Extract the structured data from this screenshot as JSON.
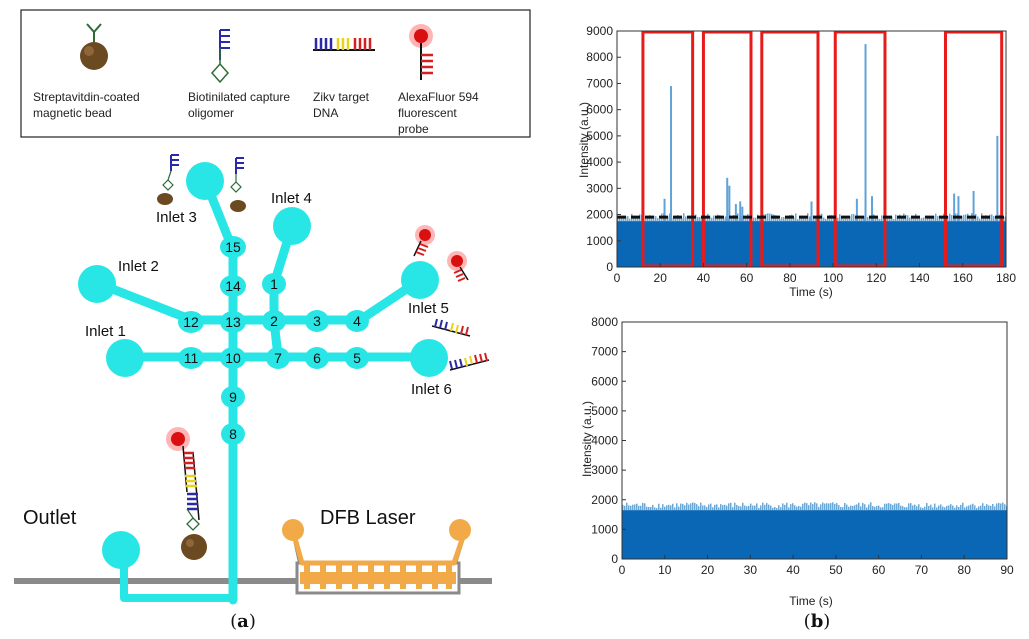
{
  "legend": {
    "bead": "Streptavitdin-coated magnetic bead",
    "bead_l1": "Streptavitdin-coated",
    "bead_l2": "magnetic bead",
    "oligo_l1": "Biotinilated capture",
    "oligo_l2": "oligomer",
    "dna_l1": "Zikv target",
    "dna_l2": "DNA",
    "probe_l1": "AlexaFluor 594",
    "probe_l2": "fluorescent",
    "probe_l3": "probe"
  },
  "diagram": {
    "inlets": [
      "Inlet 1",
      "Inlet 2",
      "Inlet 3",
      "Inlet 4",
      "Inlet 5",
      "Inlet 6"
    ],
    "nodes": [
      "1",
      "2",
      "3",
      "4",
      "5",
      "6",
      "7",
      "8",
      "9",
      "10",
      "11",
      "12",
      "13",
      "14",
      "15"
    ],
    "outlet": "Outlet",
    "laser": "DFB Laser",
    "caption_a_open": "(",
    "caption_a_bold": "a",
    "caption_a_close": ")",
    "channel_color": "#29e6e6",
    "laser_color": "#f2aa49"
  },
  "caption_b": {
    "open": "(",
    "bold": "b",
    "close": ")"
  },
  "chart_data": [
    {
      "type": "bar",
      "xlabel": "Time (s)",
      "ylabel": "Intensity (a.u.)",
      "xlim": [
        0,
        180
      ],
      "ylim": [
        0,
        9000
      ],
      "xticks": [
        0,
        20,
        40,
        60,
        80,
        100,
        120,
        140,
        160,
        180
      ],
      "yticks": [
        0,
        1000,
        2000,
        3000,
        4000,
        5000,
        6000,
        7000,
        8000,
        9000
      ],
      "baseline": 1750,
      "threshold": 1900,
      "detection_windows": [
        [
          12,
          35
        ],
        [
          40,
          62
        ],
        [
          67,
          93
        ],
        [
          101,
          124
        ],
        [
          152,
          178
        ]
      ],
      "peaks": [
        {
          "x": 22,
          "y": 2600
        },
        {
          "x": 25,
          "y": 6900
        },
        {
          "x": 51,
          "y": 3400
        },
        {
          "x": 52,
          "y": 3100
        },
        {
          "x": 55,
          "y": 2400
        },
        {
          "x": 57,
          "y": 2500
        },
        {
          "x": 58,
          "y": 2300
        },
        {
          "x": 90,
          "y": 2500
        },
        {
          "x": 111,
          "y": 2600
        },
        {
          "x": 115,
          "y": 8500
        },
        {
          "x": 118,
          "y": 2700
        },
        {
          "x": 156,
          "y": 2800
        },
        {
          "x": 158,
          "y": 2700
        },
        {
          "x": 165,
          "y": 2900
        },
        {
          "x": 176,
          "y": 5000
        }
      ],
      "grid": false
    },
    {
      "type": "bar",
      "xlabel": "Time (s)",
      "ylabel": "Intensity (a.u.)",
      "xlim": [
        0,
        90
      ],
      "ylim": [
        0,
        8000
      ],
      "xticks": [
        0,
        10,
        20,
        30,
        40,
        50,
        60,
        70,
        80,
        90
      ],
      "yticks": [
        0,
        1000,
        2000,
        3000,
        4000,
        5000,
        6000,
        7000,
        8000
      ],
      "baseline": 1650,
      "peaks": [],
      "grid": false
    }
  ]
}
